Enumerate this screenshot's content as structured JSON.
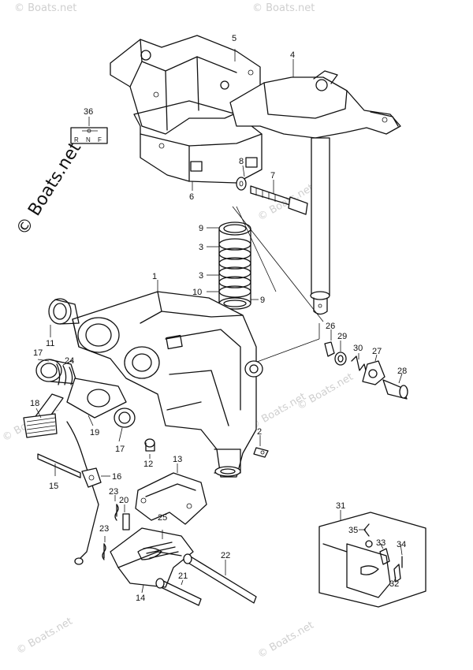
{
  "watermarks": {
    "main": "© Boats.net",
    "faint": "© Boats.net"
  },
  "part_labels": [
    {
      "id": "p1",
      "text": "1"
    },
    {
      "id": "p2",
      "text": "2"
    },
    {
      "id": "p3a",
      "text": "3"
    },
    {
      "id": "p3b",
      "text": "3"
    },
    {
      "id": "p4",
      "text": "4"
    },
    {
      "id": "p5",
      "text": "5"
    },
    {
      "id": "p6",
      "text": "6"
    },
    {
      "id": "p7",
      "text": "7"
    },
    {
      "id": "p8",
      "text": "8"
    },
    {
      "id": "p9a",
      "text": "9"
    },
    {
      "id": "p9b",
      "text": "9"
    },
    {
      "id": "p10",
      "text": "10"
    },
    {
      "id": "p11",
      "text": "11"
    },
    {
      "id": "p12",
      "text": "12"
    },
    {
      "id": "p13",
      "text": "13"
    },
    {
      "id": "p14",
      "text": "14"
    },
    {
      "id": "p15",
      "text": "15"
    },
    {
      "id": "p16",
      "text": "16"
    },
    {
      "id": "p17a",
      "text": "17"
    },
    {
      "id": "p17b",
      "text": "17"
    },
    {
      "id": "p18",
      "text": "18"
    },
    {
      "id": "p19",
      "text": "19"
    },
    {
      "id": "p20",
      "text": "20"
    },
    {
      "id": "p21",
      "text": "21"
    },
    {
      "id": "p22",
      "text": "22"
    },
    {
      "id": "p23a",
      "text": "23"
    },
    {
      "id": "p23b",
      "text": "23"
    },
    {
      "id": "p24",
      "text": "24"
    },
    {
      "id": "p25",
      "text": "25"
    },
    {
      "id": "p26",
      "text": "26"
    },
    {
      "id": "p27",
      "text": "27"
    },
    {
      "id": "p28",
      "text": "28"
    },
    {
      "id": "p29",
      "text": "29"
    },
    {
      "id": "p30",
      "text": "30"
    },
    {
      "id": "p31",
      "text": "31"
    },
    {
      "id": "p32",
      "text": "32"
    },
    {
      "id": "p33",
      "text": "33"
    },
    {
      "id": "p34",
      "text": "34"
    },
    {
      "id": "p35",
      "text": "35"
    },
    {
      "id": "p36",
      "text": "36"
    }
  ],
  "shift_decal": {
    "letters": [
      "R",
      "N",
      "F"
    ]
  }
}
